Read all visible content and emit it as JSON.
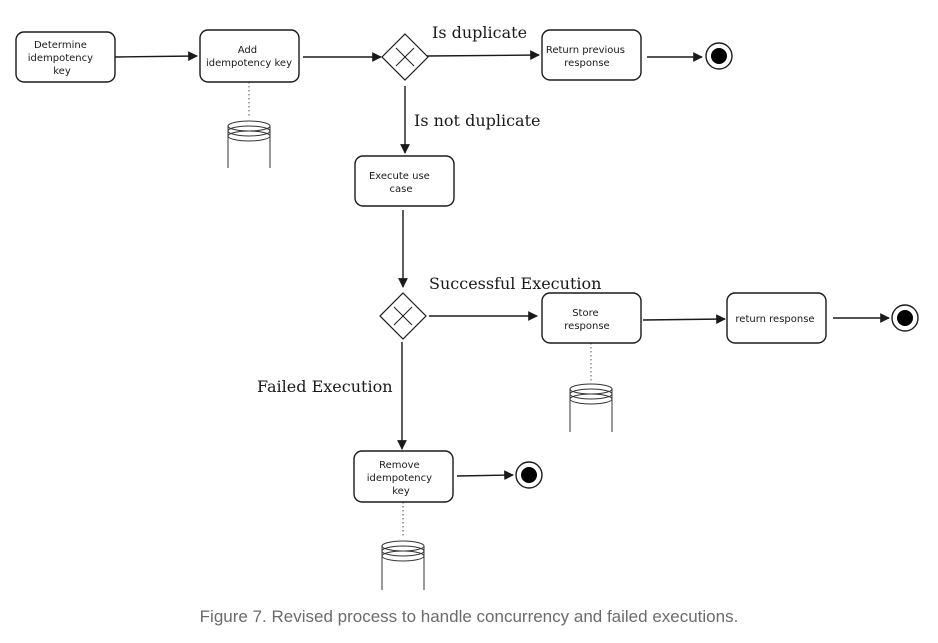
{
  "diagram": {
    "nodes": {
      "determine_key": [
        "Determine",
        "idempotency",
        "key"
      ],
      "add_key": [
        "Add",
        "idempotency key"
      ],
      "return_previous": [
        "Return previous",
        "response"
      ],
      "execute_use_case": [
        "Execute use",
        "case"
      ],
      "store_response": [
        "Store",
        "response"
      ],
      "return_response": [
        "return response"
      ],
      "remove_key": [
        "Remove",
        "idempotency",
        "key"
      ]
    },
    "edges": {
      "is_duplicate": "Is duplicate",
      "is_not_duplicate": "Is not duplicate",
      "successful_execution": "Successful Execution",
      "failed_execution": "Failed Execution"
    }
  },
  "caption": "Figure 7. Revised process to handle concurrency and failed executions.",
  "colors": {
    "stroke": "#1a1a1a",
    "caption": "#6b6b6b",
    "background": "#ffffff"
  }
}
